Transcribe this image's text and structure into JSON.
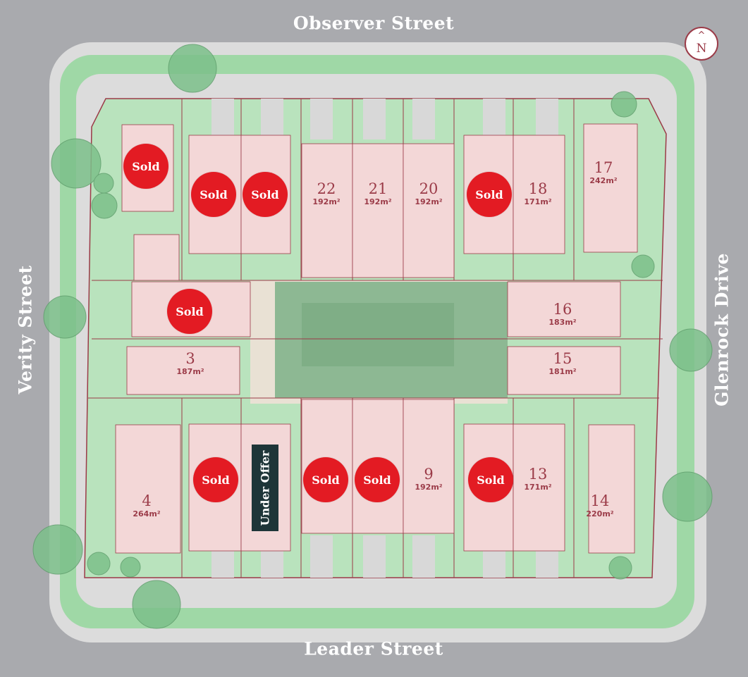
{
  "streets": {
    "north": "Observer Street",
    "south": "Leader Street",
    "west": "Verity Street",
    "east": "Glenrock Drive"
  },
  "compass": {
    "arrow": "^",
    "letter": "N",
    "icon": "north-arrow-icon"
  },
  "colors": {
    "road": "#a9aaae",
    "footpath": "#dcdcdc",
    "grass": "#9fd8a6",
    "courtyard": "#8db893",
    "lot_fill": "#f3d7d7",
    "lot_outline": "#9b3b48",
    "sold_badge": "#e31b23",
    "under_offer_badge": "#1e3538",
    "label_text": "#9b3b48"
  },
  "lots": [
    {
      "number": "22",
      "area": "192m²"
    },
    {
      "number": "21",
      "area": "192m²"
    },
    {
      "number": "20",
      "area": "192m²"
    },
    {
      "number": "18",
      "area": "171m²"
    },
    {
      "number": "17",
      "area": "242m²"
    },
    {
      "number": "16",
      "area": "183m²"
    },
    {
      "number": "3",
      "area": "187m²"
    },
    {
      "number": "15",
      "area": "181m²"
    },
    {
      "number": "9",
      "area": "192m²"
    },
    {
      "number": "13",
      "area": "171m²"
    },
    {
      "number": "4",
      "area": "264m²"
    },
    {
      "number": "14",
      "area": "220m²"
    }
  ],
  "status_badges": {
    "sold": "Sold",
    "under_offer": "Under Offer"
  }
}
